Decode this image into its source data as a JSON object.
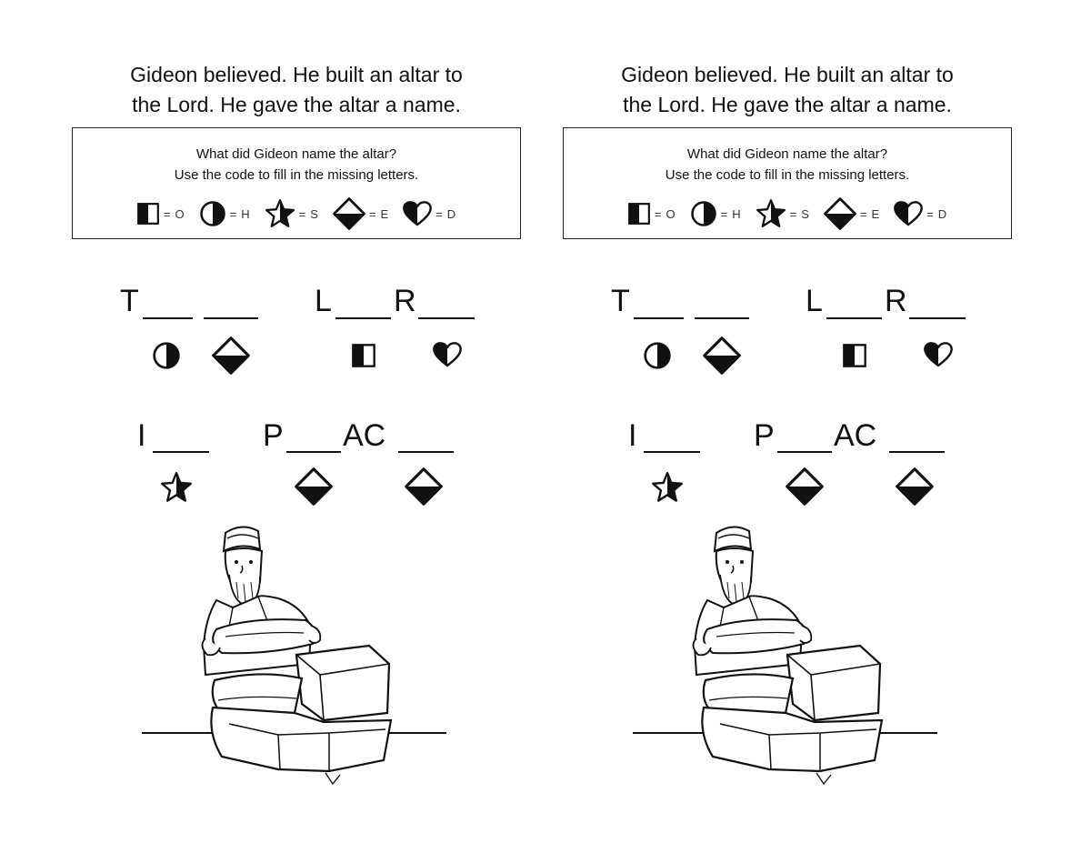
{
  "panels": [
    {
      "intro": [
        "Gideon believed. He built an altar to",
        "the Lord. He gave the altar a name."
      ],
      "box": {
        "question": "What did Gideon name the altar?",
        "instruction": "Use the code to fill in the missing letters.",
        "code": [
          {
            "icon": "half-square-icon",
            "letter": "O"
          },
          {
            "icon": "half-circle-icon",
            "letter": "H"
          },
          {
            "icon": "half-star-icon",
            "letter": "S"
          },
          {
            "icon": "half-diamond-icon",
            "letter": "E"
          },
          {
            "icon": "half-heart-icon",
            "letter": "D"
          }
        ]
      },
      "words": {
        "t": "T",
        "l": "L",
        "r": "R",
        "i": "I",
        "p": "P",
        "ac": "AC"
      }
    },
    {
      "intro": [
        "Gideon believed. He built an altar to",
        "the Lord. He gave the altar a name."
      ],
      "box": {
        "question": "What did Gideon name the altar?",
        "instruction": "Use the code to fill in the missing letters.",
        "code": [
          {
            "icon": "half-square-icon",
            "letter": "O"
          },
          {
            "icon": "half-circle-icon",
            "letter": "H"
          },
          {
            "icon": "half-star-icon",
            "letter": "S"
          },
          {
            "icon": "half-diamond-icon",
            "letter": "E"
          },
          {
            "icon": "half-heart-icon",
            "letter": "D"
          }
        ]
      },
      "words": {
        "t": "T",
        "l": "L",
        "r": "R",
        "i": "I",
        "p": "P",
        "ac": "AC"
      }
    }
  ],
  "equals_sign": "=",
  "illustration": {
    "icon": "gideon-altar-illustration"
  }
}
